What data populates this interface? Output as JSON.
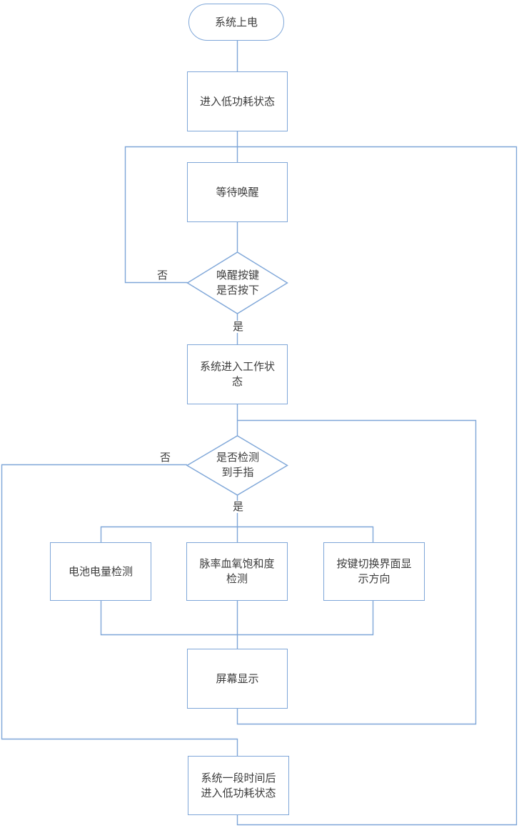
{
  "diagram_type": "flowchart",
  "nodes": {
    "start": "系统上电",
    "enter_low_power": "进入低功耗状态",
    "wait_wake": "等待唤醒",
    "decision_wake_key": "唤醒按键是否按下",
    "enter_work_state": "系统进入工作状态",
    "decision_finger": "是否检测到手指",
    "battery_check": "电池电量检测",
    "pulse_spo2_check": "脉率血氧饱和度检测",
    "key_switch_display": "按键切换界面显示方向",
    "screen_display": "屏幕显示",
    "timeout_low_power": "系统一段时间后进入低功耗状态"
  },
  "edge_labels": {
    "wake_no": "否",
    "wake_yes": "是",
    "finger_no": "否",
    "finger_yes": "是"
  },
  "colors": {
    "line": "#7ea6d8",
    "node_border": "#7ea6d8",
    "text": "#3c3c3c",
    "background": "#ffffff"
  }
}
